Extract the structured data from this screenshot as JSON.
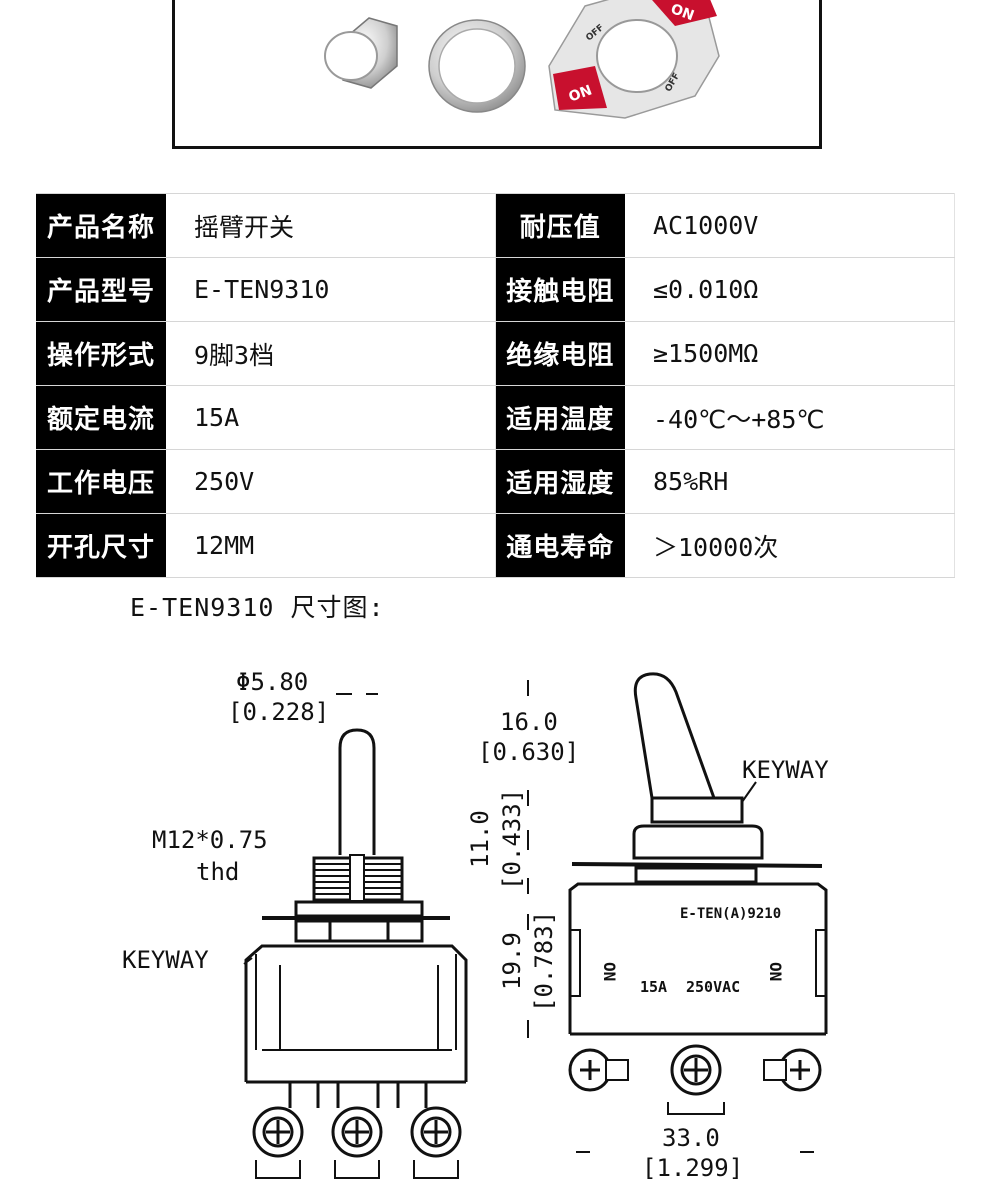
{
  "photo": {
    "plate_on_text": "ON",
    "plate_off_text": "OFF"
  },
  "specs": {
    "rows": [
      {
        "l1": "产品名称",
        "v1": "摇臂开关",
        "l2": "耐压值",
        "v2": "AC1000V"
      },
      {
        "l1": "产品型号",
        "v1": "E-TEN9310",
        "l2": "接触电阻",
        "v2": "≤0.010Ω"
      },
      {
        "l1": "操作形式",
        "v1": "9脚3档",
        "l2": "绝缘电阻",
        "v2": "≥1500MΩ"
      },
      {
        "l1": "额定电流",
        "v1": "15A",
        "l2": "适用温度",
        "v2": "-40℃～+85℃"
      },
      {
        "l1": "工作电压",
        "v1": "250V",
        "l2": "适用湿度",
        "v2": "85%RH"
      },
      {
        "l1": "开孔尺寸",
        "v1": "12MM",
        "l2": "通电寿命",
        "v2": "＞10000次"
      }
    ]
  },
  "dimension_title": "E-TEN9310 尺寸图:",
  "drawing": {
    "dia_label": "Φ5.80",
    "dia_inch": "[0.228]",
    "thread_label": "M12*0.75",
    "thread_sub": "thd",
    "keyway_left": "KEYWAY",
    "keyway_right": "KEYWAY",
    "height_top": "16.0",
    "height_top_inch": "[0.630]",
    "bushing_h": "11.0",
    "bushing_h_inch": "[0.433]",
    "body_h": "19.9",
    "body_h_inch": "[0.783]",
    "model_mark": "E-TEN(A)9210",
    "on_left": "ON",
    "on_right": "ON",
    "rating_a": "15A",
    "rating_v": "250VAC",
    "width": "33.0",
    "width_inch": "[1.299]"
  }
}
